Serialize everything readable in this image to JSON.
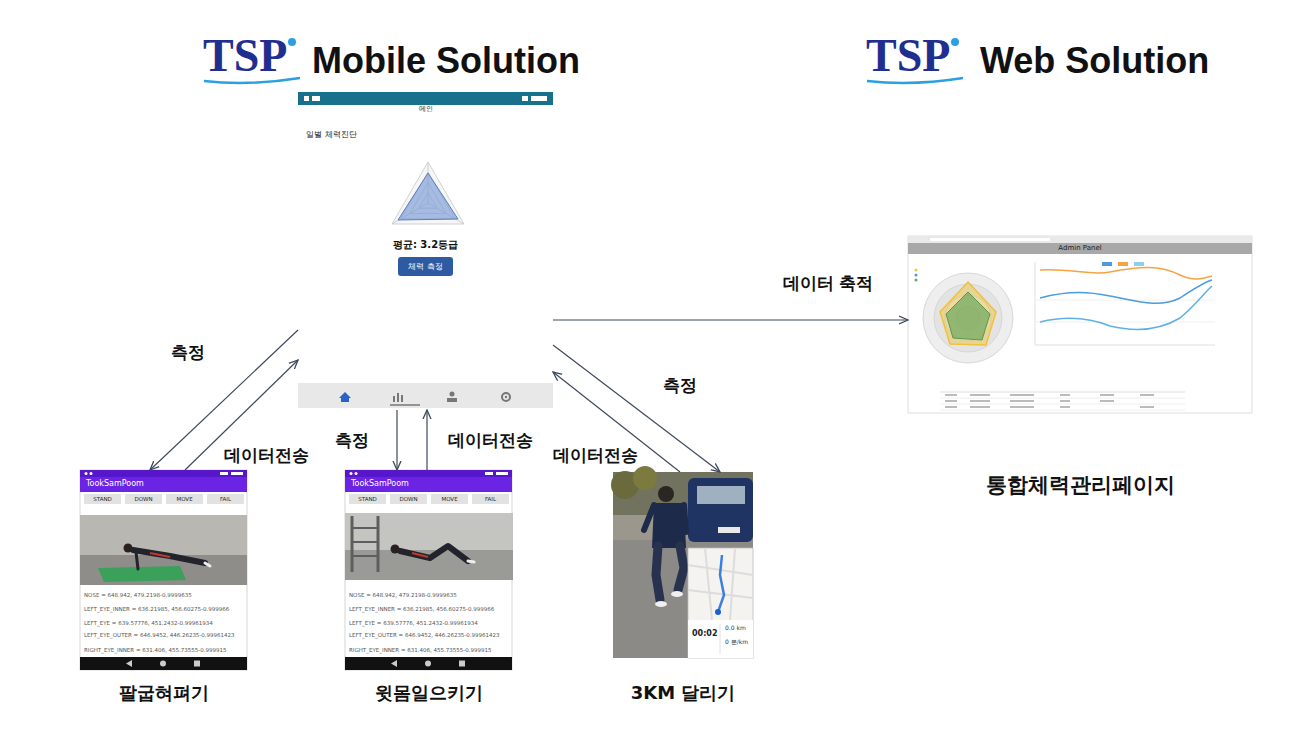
{
  "diagram": {
    "nodes": [
      {
        "text": [
          "메인",
          "일별 체력진단",
          "평균: 3.2등급",
          "체력 측정"
        ]
      },
      {
        "text": [
          "TookSamPoom",
          "STAND",
          "DOWN",
          "MOVE",
          "FAIL",
          "NOSE = 648.942, 479.2198-0.9999635",
          "LEFT_EYE_INNER = 636.21985, 456.60275-0.999966",
          "LEFT_EYE = 639.57776, 451.2432-0.99961934",
          "LEFT_EYE_OUTER = 646.9452, 446.26235-0.99961423",
          "RIGHT_EYE_INNER = 631.406, 455.73555-0.999915",
          "팔굽혀펴기"
        ]
      },
      {
        "text": [
          "TookSamPoom",
          "STAND",
          "DOWN",
          "MOVE",
          "FAIL",
          "NOSE = 648.942, 479.2198-0.9999635",
          "LEFT_EYE_INNER = 636.21985, 456.60275-0.999966",
          "LEFT_EYE = 639.57776, 451.2432-0.99961934",
          "LEFT_EYE_OUTER = 646.9452, 446.26235-0.99961423",
          "RIGHT_EYE_INNER = 631.406, 455.73555-0.999915",
          "윗몸일으키기"
        ]
      },
      {
        "text": [
          "00:02",
          "0.0 km",
          "0 분/km",
          "3KM 달리기"
        ]
      },
      {
        "text": [
          "Admin Panel",
          "통합체력관리페이지"
        ]
      }
    ],
    "edges": [
      {
        "from": 0,
        "to": 1,
        "label": "측정",
        "arrow": "to"
      },
      {
        "from": 1,
        "to": 0,
        "label": "데이터전송",
        "arrow": "to"
      },
      {
        "from": 0,
        "to": 2,
        "label": "측정",
        "arrow": "to"
      },
      {
        "from": 2,
        "to": 0,
        "label": "데이터전송",
        "arrow": "to"
      },
      {
        "from": 0,
        "to": 3,
        "label": "측정",
        "arrow": "to"
      },
      {
        "from": 3,
        "to": 0,
        "label": "데이터전송",
        "arrow": "to"
      },
      {
        "from": 0,
        "to": 4,
        "label": "데이터 축적",
        "arrow": "to"
      }
    ],
    "labels": [
      "TSP",
      "Mobile Solution",
      "TSP",
      "Web Solution"
    ]
  }
}
